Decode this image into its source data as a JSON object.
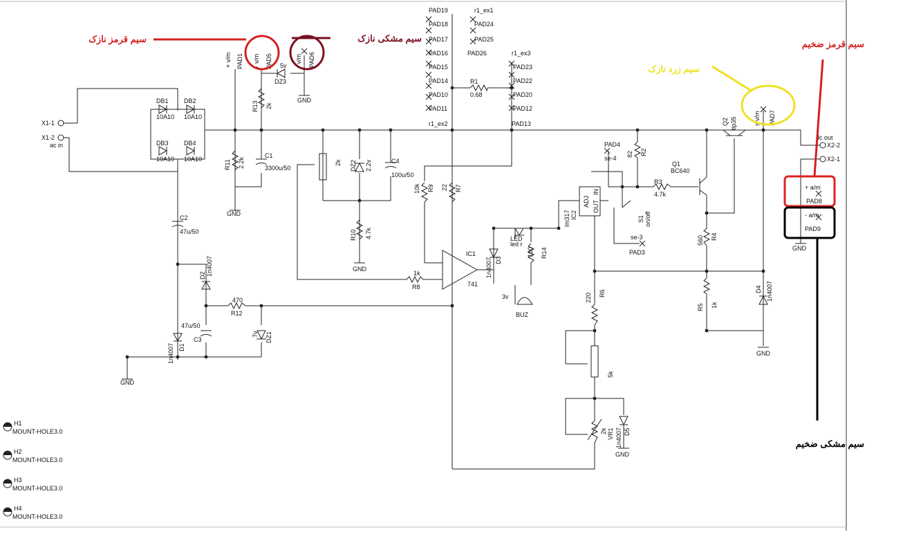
{
  "annotations": {
    "thin_red": {
      "text": "سیم قرمز نازک",
      "color": "#d42020"
    },
    "thin_black": {
      "text": "سیم مشکی نازک",
      "color": "#7a1020"
    },
    "thick_red": {
      "text": "سیم قرمز ضخیم",
      "color": "#d42020"
    },
    "thin_yellow": {
      "text": "سیم زرد نازک",
      "color": "#f0e020"
    },
    "thick_black": {
      "text": "سیم مشکی ضخیم",
      "color": "#000000"
    }
  },
  "inputs": {
    "x1_1": "X1-1",
    "x1_2": "X1-2",
    "ac_in": "ac in"
  },
  "bridge": {
    "db1": "DB1",
    "db2": "DB2",
    "db3": "DB3",
    "db4": "DB4",
    "part": "10A10"
  },
  "pads": {
    "pad1": "PAD1",
    "pad5": "PAD5",
    "pad6": "PAD6",
    "pad7": "PAD7",
    "pad8": "PAD8",
    "pad9": "PAD9",
    "pad4": "PAD4",
    "pad3": "PAD3",
    "pad13": "PAD13",
    "pad19": "PAD19",
    "pad26": "PAD26",
    "vm_plus": "+ v/m",
    "vm_minus": "- v/m",
    "s_vm": "s v/m",
    "am_plus": "+ a/m",
    "am_minus": "- a/m",
    "se4": "se-4",
    "se3": "se-3",
    "ex1": "r1_ex1",
    "ex2": "r1_ex2",
    "ex3": "r1_ex3",
    "dc_out": "dc out",
    "x2_2": "X2-2",
    "x2_1": "X2-1",
    "stack_a": "PAD18",
    "stack_b": "PAD17",
    "stack_c": "PAD16",
    "stack_d": "PAD15",
    "stack_e": "PAD14",
    "stack_f": "PAD10",
    "stack_g": "PAD11",
    "stack_r1": "PAD24",
    "stack_r2": "PAD25",
    "stack_r3": "PAD23",
    "stack_r4": "PAD22",
    "stack_r5": "PAD20",
    "stack_r6": "PAD12"
  },
  "components": {
    "dz3": "DZ3",
    "dz3_v": "5v",
    "r13": "R13",
    "r13_v": "2k",
    "r11": "R11",
    "r11_v": "2.2k",
    "c1": "C1",
    "c1_v": "3300u/50",
    "dz2": "DZ2",
    "dz2_v": "2.2v",
    "c4": "C4",
    "c4_v": "100u/50",
    "pot_v": "2k",
    "r10": "R10",
    "r10_v": "4.7k",
    "r1": "R1",
    "r1_v": "0.68",
    "r9": "R9",
    "r9_v": "10k",
    "r7": "R7",
    "r7_v": "22",
    "ic1": "IC1",
    "ic1_v": "741",
    "r8": "R8",
    "r8_v": "1k",
    "c2": "C2",
    "c2_v": "47u/50",
    "d2": "D2",
    "d2_v": "1n4007",
    "r12": "R12",
    "r12_v": "470",
    "c3": "C3",
    "c3_v": "47u/50",
    "dz1": "DZ1",
    "dz1_v": "7v",
    "d1": "D1",
    "d1_v": "1n4007",
    "led": "LED",
    "led_v": "led r",
    "d3": "D3",
    "d3_v": "1n4007",
    "r14": "R14",
    "r14_v": "100",
    "buz": "BUZ",
    "buz_v": "3v",
    "ic2": "IC2",
    "ic2_v": "lm317",
    "adj": "ADJ",
    "out": "OUT",
    "in": "IN",
    "r2": "R2",
    "r2_v": "82",
    "s1": "S1",
    "s1_v": "on/off",
    "r3": "R3",
    "r3_v": "4.7k",
    "q1": "Q1",
    "q1_v": "BC640",
    "q2": "Q2",
    "q2_v": "tip35",
    "r4": "R4",
    "r4_v": "560",
    "r5": "R5",
    "r5_v": "1k",
    "d4": "D4",
    "d4_v": "1n4007",
    "r6": "R6",
    "r6_v": "220",
    "pot5k_v": "5k",
    "vr1": "VR1",
    "vr1_v": "2k",
    "d5": "D5",
    "d5_v": "1n4007"
  },
  "gnd": "GND",
  "mount_holes": [
    {
      "id": "H1",
      "name": "MOUNT-HOLE3.0"
    },
    {
      "id": "H2",
      "name": "MOUNT-HOLE3.0"
    },
    {
      "id": "H3",
      "name": "MOUNT-HOLE3.0"
    },
    {
      "id": "H4",
      "name": "MOUNT-HOLE3.0"
    }
  ]
}
